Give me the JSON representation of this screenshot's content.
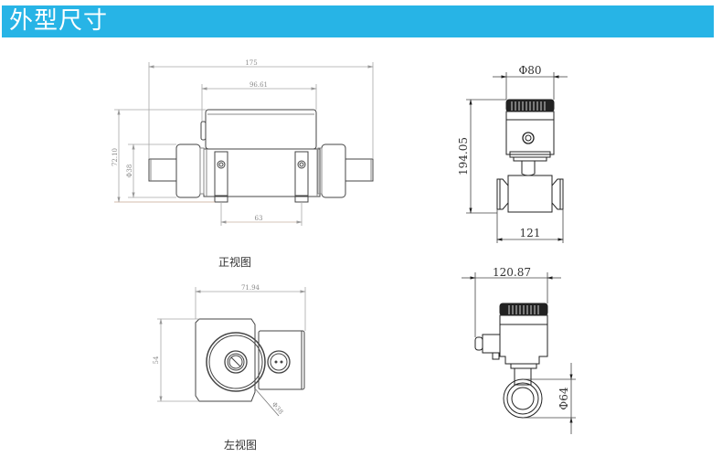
{
  "header": {
    "title": "外型尺寸",
    "background": "#27b4e6"
  },
  "views": {
    "front": {
      "caption": "正视图",
      "dims": {
        "overall_length": "175",
        "housing_length": "96.61",
        "height": "72.10",
        "diameter": "Φ38",
        "clamp_spacing": "63"
      }
    },
    "left": {
      "caption": "左视图",
      "dims": {
        "width": "71.94",
        "height": "54",
        "diameter": "Φ38"
      }
    },
    "side_front": {
      "dims": {
        "head_diameter": "Φ80",
        "height": "194.05",
        "length": "121"
      }
    },
    "side_left": {
      "dims": {
        "width": "120.87",
        "pipe_diameter": "Φ64"
      }
    }
  }
}
